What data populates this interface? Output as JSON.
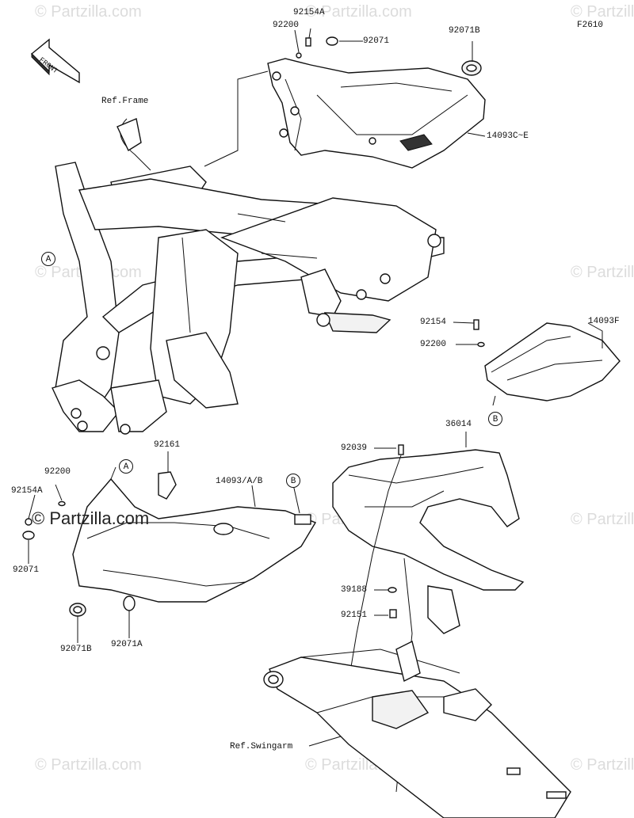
{
  "diagram_code": "F2610",
  "front_arrow_label": "FRONT",
  "watermark": "© Partzilla.com",
  "ref_frame": "Ref.Frame",
  "ref_swingarm": "Ref.Swingarm",
  "callouts": {
    "p92154A_top": "92154A",
    "p92200_top": "92200",
    "p92071_top": "92071",
    "p92071B_top": "92071B",
    "p14093CE": "14093C~E",
    "p92154_mid": "92154",
    "p92200_mid": "92200",
    "p14093F": "14093F",
    "p92161": "92161",
    "p14093AB": "14093/A/B",
    "p92200_left": "92200",
    "p92154A_left": "92154A",
    "p92071_left": "92071",
    "p92071B_left": "92071B",
    "p92071A": "92071A",
    "p36014": "36014",
    "p92039": "92039",
    "p39188": "39188",
    "p92151": "92151"
  },
  "ref_markers": {
    "A1": "A",
    "A2": "A",
    "B1": "B",
    "B2": "B"
  }
}
